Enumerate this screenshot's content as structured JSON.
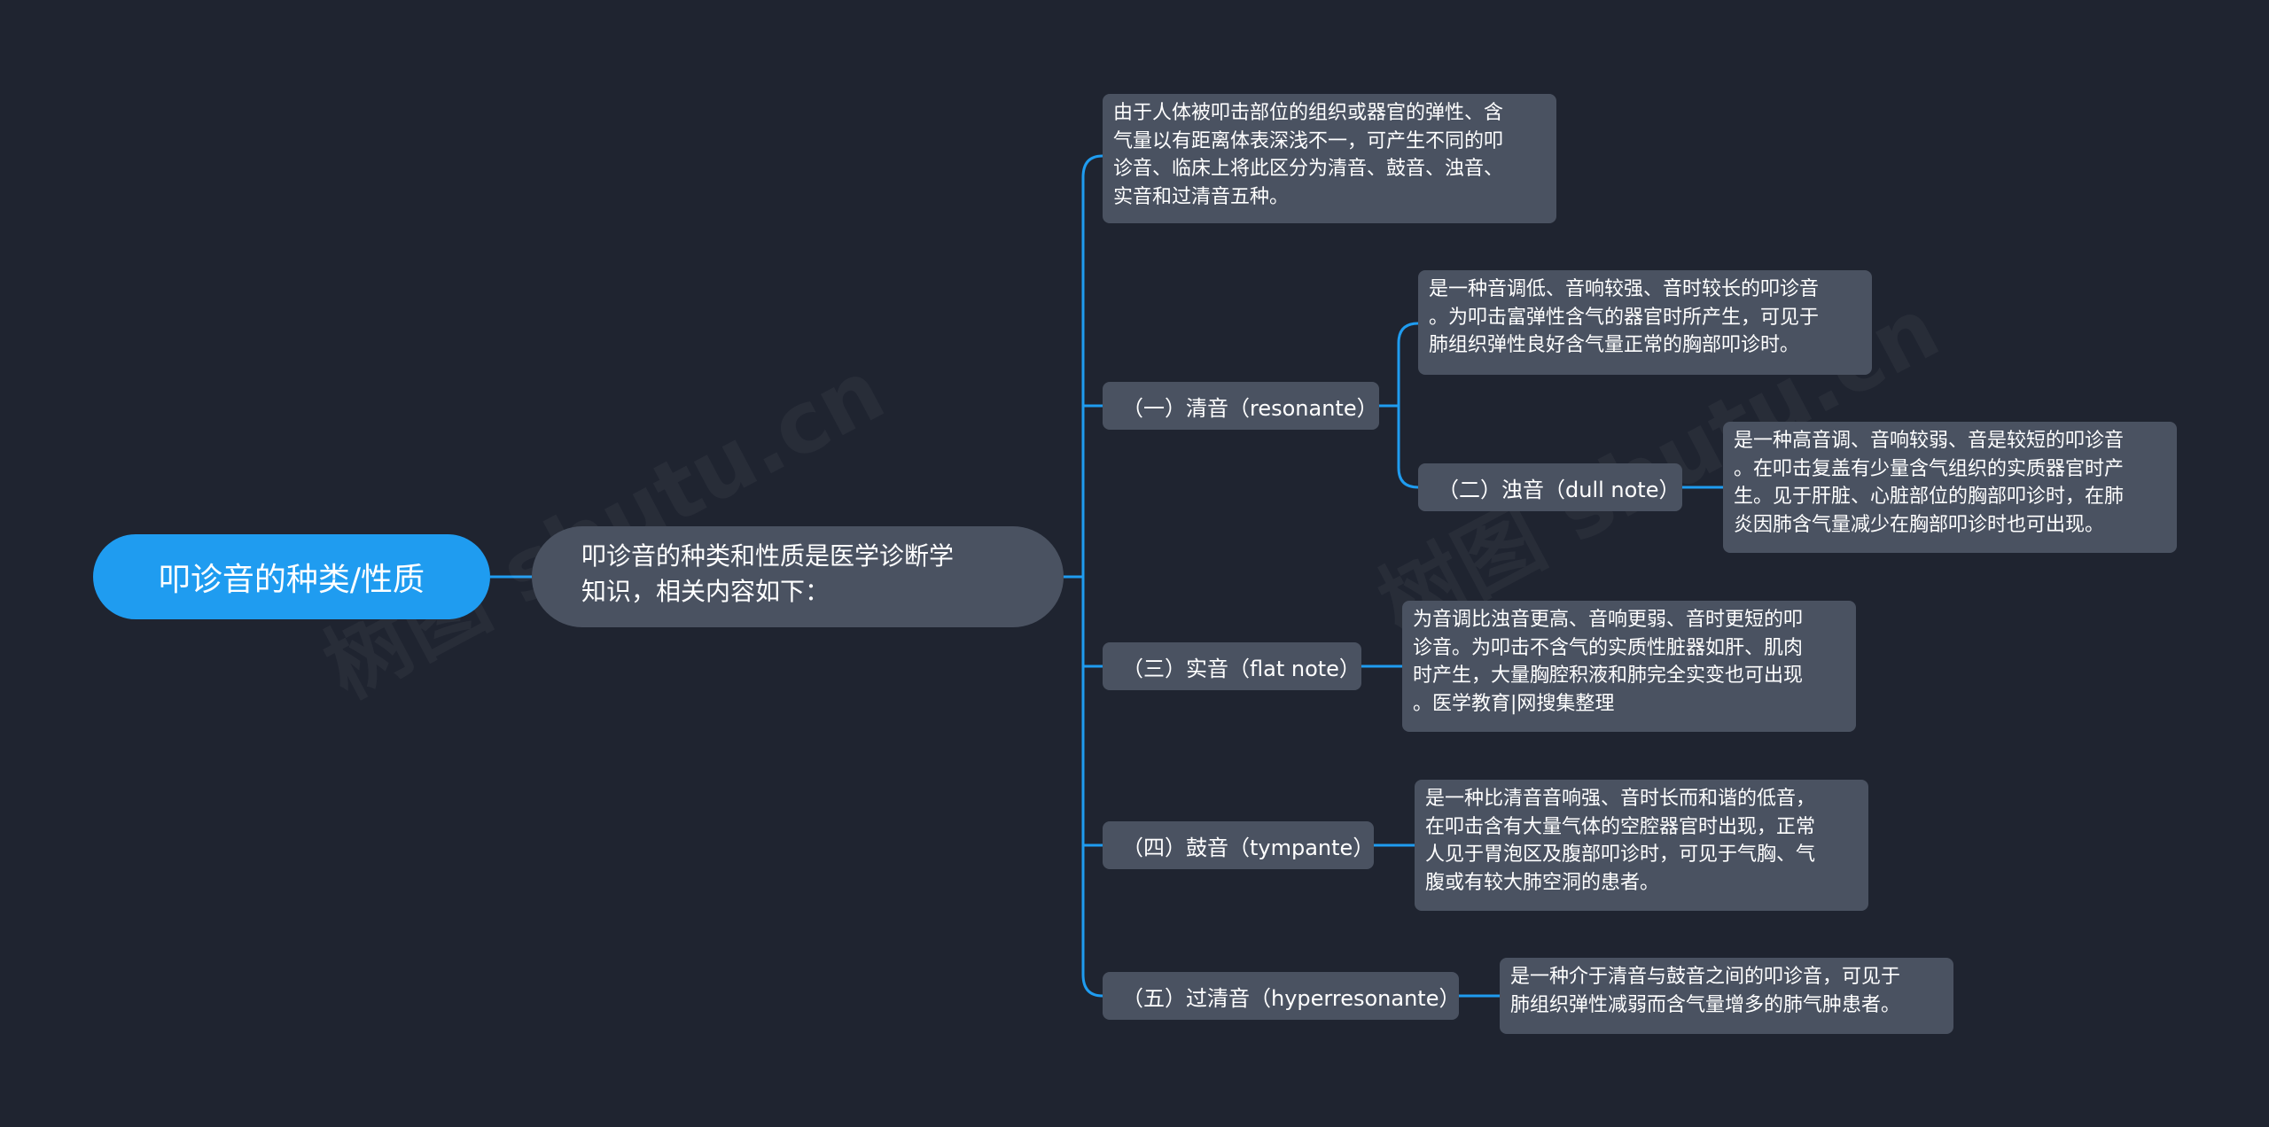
{
  "root": {
    "label": "叩诊音的种类/性质"
  },
  "center": {
    "label": "叩诊音的种类和性质是医学诊断学\n知识，相关内容如下："
  },
  "intro": {
    "text": "由于人体被叩击部位的组织或器官的弹性、含\n气量以有距离体表深浅不一，可产生不同的叩\n诊音、临床上将此区分为清音、鼓音、浊音、\n实音和过清音五种。"
  },
  "branches": [
    {
      "label": "（一）清音（resonante）",
      "desc": "是一种音调低、音响较强、音时较长的叩诊音\n。为叩击富弹性含气的器官时所产生，可见于\n肺组织弹性良好含气量正常的胸部叩诊时。"
    },
    {
      "label": "（二）浊音（dull note）",
      "desc": "是一种高音调、音响较弱、音是较短的叩诊音\n。在叩击复盖有少量含气组织的实质器官时产\n生。见于肝脏、心脏部位的胸部叩诊时，在肺\n炎因肺含气量减少在胸部叩诊时也可出现。"
    },
    {
      "label": "（三）实音（flat note）",
      "desc": "为音调比浊音更高、音响更弱、音时更短的叩\n诊音。为叩击不含气的实质性脏器如肝、肌肉\n时产生，大量胸腔积液和肺完全实变也可出现\n。医学教育|网搜集整理"
    },
    {
      "label": "（四）鼓音（tympante）",
      "desc": "是一种比清音音响强、音时长而和谐的低音，\n在叩击含有大量气体的空腔器官时出现，正常\n人见于胃泡区及腹部叩诊时，可见于气胸、气\n腹或有较大肺空洞的患者。"
    },
    {
      "label": "（五）过清音（hyperresonante）",
      "desc": "是一种介于清音与鼓音之间的叩诊音，可见于\n肺组织弹性减弱而含气量增多的肺气肿患者。"
    }
  ],
  "watermark": {
    "text": "树图 shutu.cn"
  },
  "colors": {
    "background": "#1f2430",
    "root": "#1f9cf0",
    "node": "#4a5261",
    "connector": "#1f9cf0"
  }
}
